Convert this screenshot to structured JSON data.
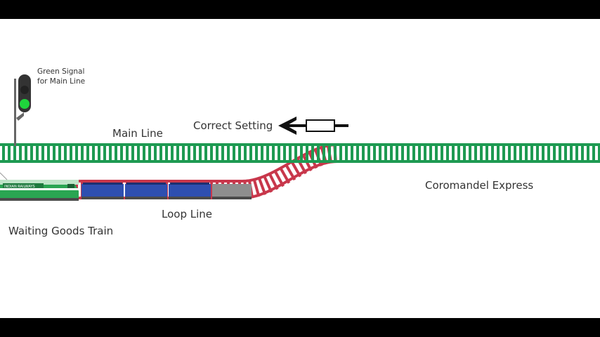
{
  "labels": {
    "signal_line1": "Green Signal",
    "signal_line2": "for Main Line",
    "main_line": "Main Line",
    "correct_setting": "Correct Setting",
    "loop_line": "Loop Line",
    "waiting_train": "Waiting Goods Train",
    "coromandel": "Coromandel Express",
    "loco_brand": "INDIAN RAILWAYS"
  },
  "colors": {
    "letterbox": "#000000",
    "background": "#ffffff",
    "main_line": "#1e9a52",
    "loop_line": "#c8374b",
    "signal_green": "#1fd33c",
    "signal_body": "#333333",
    "wagon_blue": "#2e4fb0",
    "wagon_grey": "#8e8e8e",
    "loco_green": "#2aa552",
    "text": "#333333"
  },
  "icons": {
    "signal": "railway-signal-icon",
    "arrow": "left-arrow-icon",
    "switch": "point-switch-icon",
    "locomotive": "locomotive-icon",
    "wagon": "goods-wagon-icon"
  }
}
